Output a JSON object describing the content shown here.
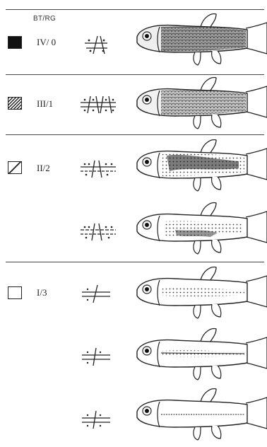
{
  "header": {
    "text": "BT/RG"
  },
  "rows": [
    {
      "label": "IV/ 0",
      "swatch": "solid",
      "fish_pattern": "full-scaled-dark"
    },
    {
      "label": "III/1",
      "swatch": "hatched-dense",
      "fish_pattern": "scaled-medium"
    },
    {
      "label": "II/2",
      "swatch": "hatched-sparse",
      "fish_pattern": "blotched-dark-stripe"
    },
    {
      "label": "",
      "swatch": "none",
      "fish_pattern": "blotched-light"
    },
    {
      "label": "I/3",
      "swatch": "empty",
      "fish_pattern": "light-spotted-stripe"
    },
    {
      "label": "",
      "swatch": "none",
      "fish_pattern": "pale-dotted-stripe"
    },
    {
      "label": "",
      "swatch": "none",
      "fish_pattern": "pale-dotted-line"
    }
  ]
}
